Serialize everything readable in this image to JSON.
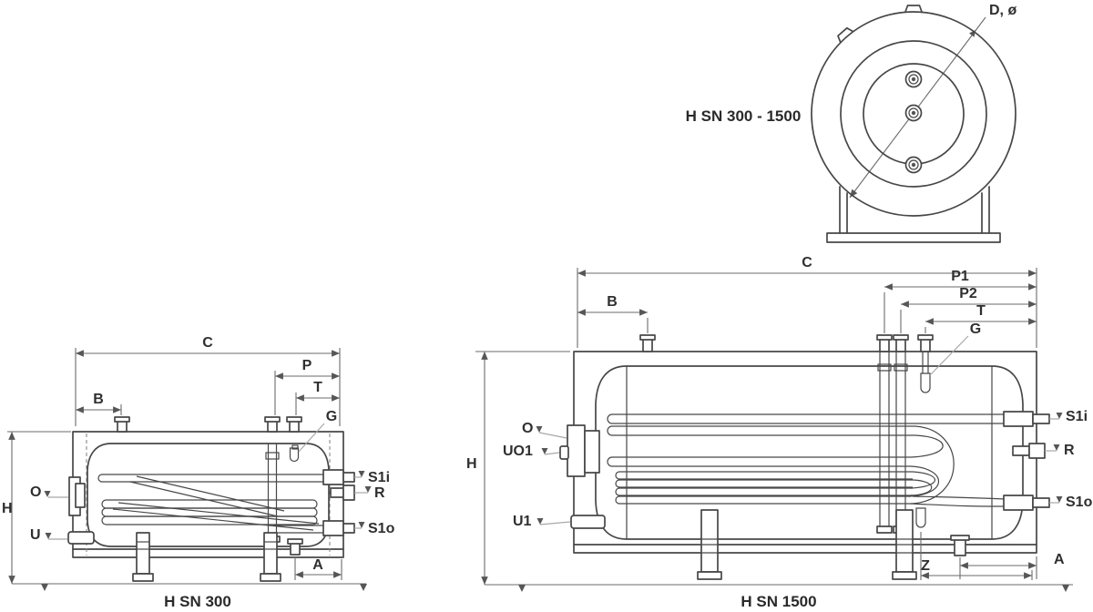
{
  "colors": {
    "background": "#ffffff",
    "line": "#474747",
    "dimension": "#6b6b6b",
    "text": "#2f2f2f"
  },
  "front_view": {
    "caption": "H SN 300 - 1500",
    "diameter_label": "D, ø"
  },
  "sn300": {
    "caption": "H SN 300",
    "dim_C": "C",
    "dim_P": "P",
    "dim_T": "T",
    "dim_B": "B",
    "dim_G": "G",
    "dim_H": "H",
    "dim_O": "O",
    "dim_U": "U",
    "dim_S1i": "S1i",
    "dim_R": "R",
    "dim_S1o": "S1o",
    "dim_A": "A"
  },
  "sn1500": {
    "caption": "H SN 1500",
    "dim_C": "C",
    "dim_P1": "P1",
    "dim_P2": "P2",
    "dim_T": "T",
    "dim_B": "B",
    "dim_G": "G",
    "dim_H": "H",
    "dim_O": "O",
    "dim_UO1": "UO1",
    "dim_U1": "U1",
    "dim_S1i": "S1i",
    "dim_R": "R",
    "dim_S1o": "S1o",
    "dim_Z": "Z",
    "dim_A": "A"
  }
}
